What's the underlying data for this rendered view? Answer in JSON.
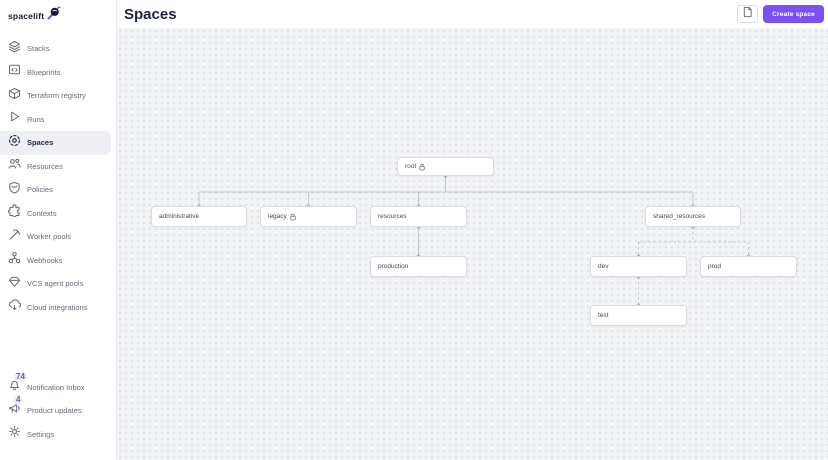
{
  "app": {
    "logo_text": "spacelift"
  },
  "colors": {
    "accent_purple": "#7a52f4",
    "badge_purple": "#6f4bf2",
    "canvas_background": "#f2f3f5",
    "node_border": "#d9dde3",
    "edge_gray": "#c4cad3"
  },
  "sidebar": {
    "items": [
      {
        "label": "Stacks",
        "icon": "stacks-icon",
        "selected": false
      },
      {
        "label": "Blueprints",
        "icon": "blueprints-icon",
        "selected": false
      },
      {
        "label": "Terraform registry",
        "icon": "terraform-registry-icon",
        "selected": false
      },
      {
        "label": "Runs",
        "icon": "runs-icon",
        "selected": false
      },
      {
        "label": "Spaces",
        "icon": "spaces-icon",
        "selected": true
      },
      {
        "label": "Resources",
        "icon": "resources-icon",
        "selected": false
      },
      {
        "label": "Policies",
        "icon": "policies-icon",
        "selected": false
      },
      {
        "label": "Contexts",
        "icon": "contexts-icon",
        "selected": false
      },
      {
        "label": "Worker pools",
        "icon": "worker-pools-icon",
        "selected": false
      },
      {
        "label": "Webhooks",
        "icon": "webhooks-icon",
        "selected": false
      },
      {
        "label": "VCS agent pools",
        "icon": "vcs-agent-pools-icon",
        "selected": false
      },
      {
        "label": "Cloud integrations",
        "icon": "cloud-integrations-icon",
        "selected": false
      }
    ],
    "footer_items": [
      {
        "label": "Notification Inbox",
        "badge": "74",
        "icon": "bell-icon"
      },
      {
        "label": "Product updates",
        "badge": "4",
        "icon": "megaphone-icon"
      },
      {
        "label": "Settings",
        "badge": "",
        "icon": "gear-icon"
      }
    ]
  },
  "header": {
    "title": "Spaces",
    "docs_button_icon": "document-icon",
    "create_button_label": "Create space"
  },
  "tree": {
    "nodes": [
      {
        "id": "root",
        "label": "root",
        "locked": true
      },
      {
        "id": "administrative",
        "label": "administrative",
        "locked": false
      },
      {
        "id": "legacy",
        "label": "legacy",
        "locked": true
      },
      {
        "id": "resources",
        "label": "resources",
        "locked": false
      },
      {
        "id": "shared_resources",
        "label": "shared_resources",
        "locked": false
      },
      {
        "id": "production",
        "label": "production",
        "locked": false
      },
      {
        "id": "dev",
        "label": "dev",
        "locked": false
      },
      {
        "id": "prod",
        "label": "prod",
        "locked": false
      },
      {
        "id": "test",
        "label": "test",
        "locked": false
      }
    ],
    "edges": [
      {
        "from": "root",
        "to": "administrative",
        "style": "solid"
      },
      {
        "from": "root",
        "to": "legacy",
        "style": "solid"
      },
      {
        "from": "root",
        "to": "resources",
        "style": "solid"
      },
      {
        "from": "root",
        "to": "shared_resources",
        "style": "solid"
      },
      {
        "from": "resources",
        "to": "production",
        "style": "solid"
      },
      {
        "from": "shared_resources",
        "to": "dev",
        "style": "dashed"
      },
      {
        "from": "shared_resources",
        "to": "prod",
        "style": "dashed"
      },
      {
        "from": "dev",
        "to": "test",
        "style": "dashed"
      }
    ]
  }
}
